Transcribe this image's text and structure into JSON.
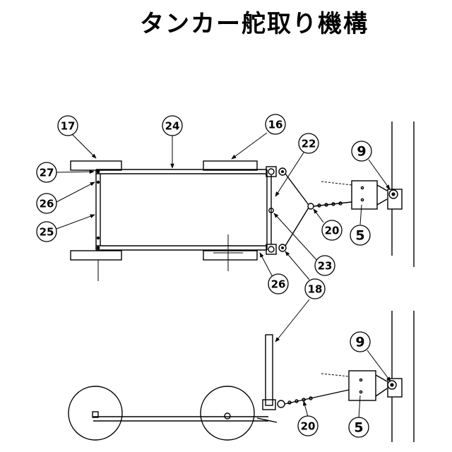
{
  "title": "タンカー舵取り機構",
  "callouts": [
    {
      "label": "17"
    },
    {
      "label": "24"
    },
    {
      "label": "16"
    },
    {
      "label": "22"
    },
    {
      "label": "9"
    },
    {
      "label": "27"
    },
    {
      "label": "26"
    },
    {
      "label": "25"
    },
    {
      "label": "20"
    },
    {
      "label": "5"
    },
    {
      "label": "23"
    },
    {
      "label": "26"
    },
    {
      "label": "18"
    },
    {
      "label": "9"
    },
    {
      "label": "5"
    },
    {
      "label": "20"
    }
  ]
}
